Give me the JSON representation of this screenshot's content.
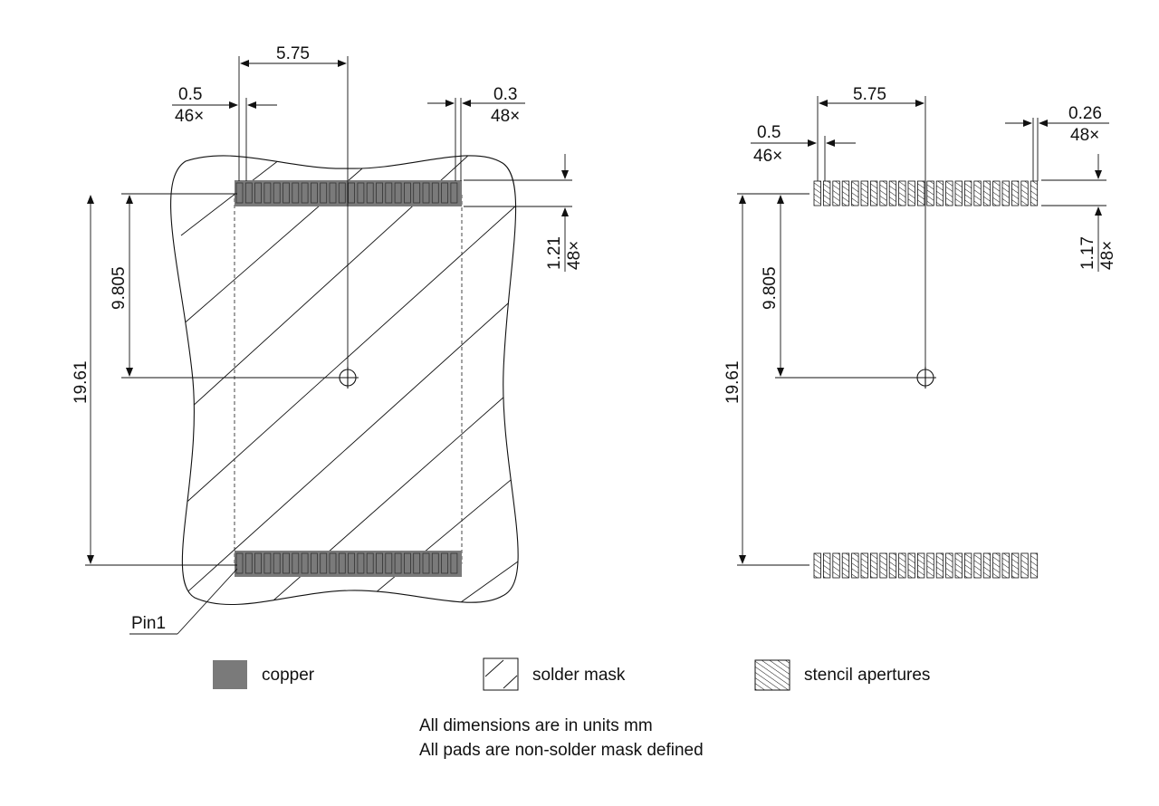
{
  "left_view": {
    "top_width": "5.75",
    "pitch": {
      "value": "0.5",
      "count": "46×"
    },
    "pad_width": {
      "value": "0.3",
      "count": "48×"
    },
    "pad_length": {
      "value": "1.21",
      "count": "48×"
    },
    "half_span": "9.805",
    "full_span": "19.61",
    "pin1_label": "Pin1"
  },
  "right_view": {
    "top_width": "5.75",
    "pitch": {
      "value": "0.5",
      "count": "46×"
    },
    "aperture_width": {
      "value": "0.26",
      "count": "48×"
    },
    "aperture_length": {
      "value": "1.17",
      "count": "48×"
    },
    "half_span": "9.805",
    "full_span": "19.61"
  },
  "legend": {
    "copper": "copper",
    "solder_mask": "solder mask",
    "stencil": "stencil apertures"
  },
  "notes": {
    "line1": "All dimensions are in units mm",
    "line2": "All pads are non-solder mask defined"
  },
  "colors": {
    "copper": "#7a7a7a",
    "line": "#111111"
  }
}
